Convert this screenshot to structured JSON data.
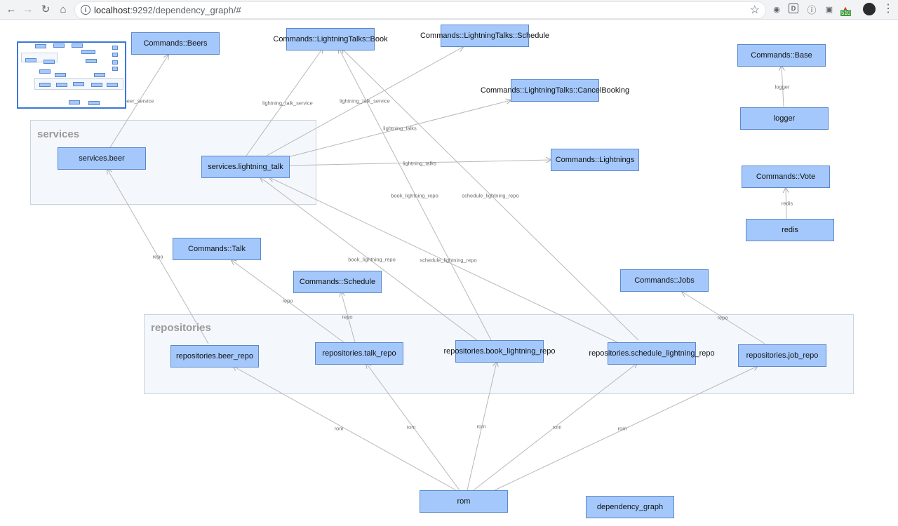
{
  "browser": {
    "url_host": "localhost",
    "url_rest": ":9292/dependency_graph/#",
    "ext_badge": "510"
  },
  "clusters": {
    "services": "services",
    "repositories": "repositories"
  },
  "nodes": {
    "commands_beers": "Commands::Beers",
    "commands_book": "Commands::LightningTalks::Book",
    "commands_schedule_lt": "Commands::LightningTalks::Schedule",
    "commands_cancel": "Commands::LightningTalks::CancelBooking",
    "commands_base": "Commands::Base",
    "logger": "logger",
    "services_beer": "services.beer",
    "services_lt": "services.lightning_talk",
    "commands_lightnings": "Commands::Lightnings",
    "commands_vote": "Commands::Vote",
    "redis": "redis",
    "commands_talk": "Commands::Talk",
    "commands_schedule": "Commands::Schedule",
    "commands_jobs": "Commands::Jobs",
    "repo_beer": "repositories.beer_repo",
    "repo_talk": "repositories.talk_repo",
    "repo_book": "repositories.book_lightning_repo",
    "repo_schedule": "repositories.schedule_lightning_repo",
    "repo_job": "repositories.job_repo",
    "rom": "rom",
    "dependency_graph": "dependency_graph"
  },
  "edge_labels": {
    "beer_service": "beer_service",
    "lightning_talk_service_1": "lightning_talk_service",
    "lightning_talk_service_2": "lightning_talk_service",
    "lightning_talks_1": "lightning_talks",
    "lightning_talks_2": "lightning_talks",
    "logger": "logger",
    "redis": "redis",
    "book_lightning_repo_1": "book_lightning_repo",
    "schedule_lightning_repo_1": "schedule_lightning_repo",
    "book_lightning_repo_2": "book_lightning_repo",
    "schedule_lightning_repo_2": "schedule_lightning_repo",
    "repo_beer": "repo",
    "repo_talk": "repo",
    "repo_schedule": "repo",
    "repo_jobs": "repo",
    "rom_1": "rom",
    "rom_2": "rom",
    "rom_3": "rom",
    "rom_4": "rom",
    "rom_5": "rom"
  },
  "colors": {
    "node_fill": "#a4c8fb",
    "node_border": "#5b87c9",
    "cluster_fill": "#f4f8fc",
    "edge": "#b8b8b8"
  }
}
